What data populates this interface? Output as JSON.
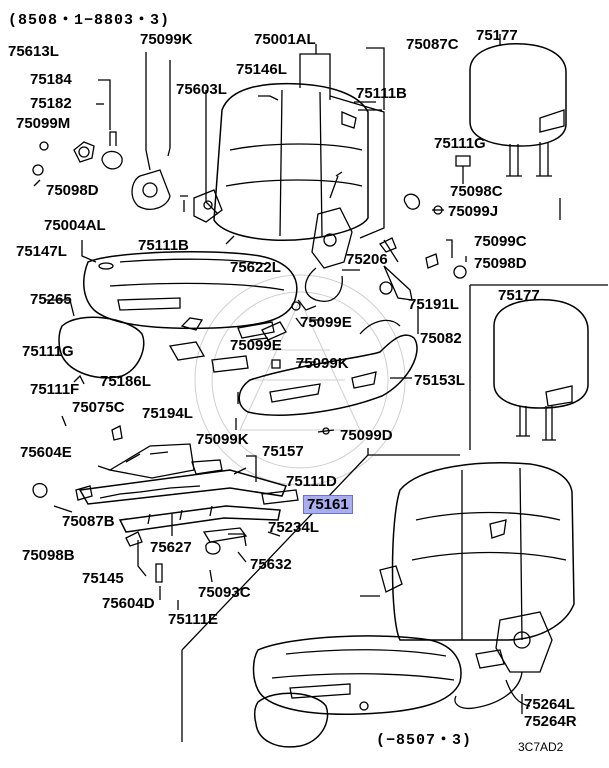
{
  "diagram": {
    "date_range_top": "(8508・1−8803・3)",
    "date_range_bottom": "(−8507・3)",
    "figure_code": "3C7AD2",
    "highlighted_part": "75161",
    "labels": {
      "p75613L": "75613L",
      "p75099K_a": "75099K",
      "p75001AL": "75001AL",
      "p75087C": "75087C",
      "p75177_a": "75177",
      "p75184": "75184",
      "p75146L": "75146L",
      "p75603L": "75603L",
      "p75111B_a": "75111B",
      "p75182": "75182",
      "p75099M": "75099M",
      "p75111G_a": "75111G",
      "p75098D_a": "75098D",
      "p75098C": "75098C",
      "p75099J": "75099J",
      "p75004AL": "75004AL",
      "p75147L": "75147L",
      "p75111B_b": "75111B",
      "p75099C": "75099C",
      "p75098D_b": "75098D",
      "p75206": "75206",
      "p75622L": "75622L",
      "p75191L": "75191L",
      "p75177_b": "75177",
      "p75265": "75265",
      "p75099E_a": "75099E",
      "p75082": "75082",
      "p75111G_b": "75111G",
      "p75099E_b": "75099E",
      "p75186L": "75186L",
      "p75099K_b": "75099K",
      "p75153L": "75153L",
      "p75111F": "75111F",
      "p75194L": "75194L",
      "p75075C": "75075C",
      "p75099K_c": "75099K",
      "p75099D": "75099D",
      "p75604E": "75604E",
      "p75157": "75157",
      "p75111D": "75111D",
      "p75161": "75161",
      "p75087B": "75087B",
      "p75234L": "75234L",
      "p75627": "75627",
      "p75098B": "75098B",
      "p75632": "75632",
      "p75145": "75145",
      "p75093C": "75093C",
      "p75604D": "75604D",
      "p75111E": "75111E",
      "p75264L": "75264L",
      "p75264R": "75264R"
    }
  }
}
